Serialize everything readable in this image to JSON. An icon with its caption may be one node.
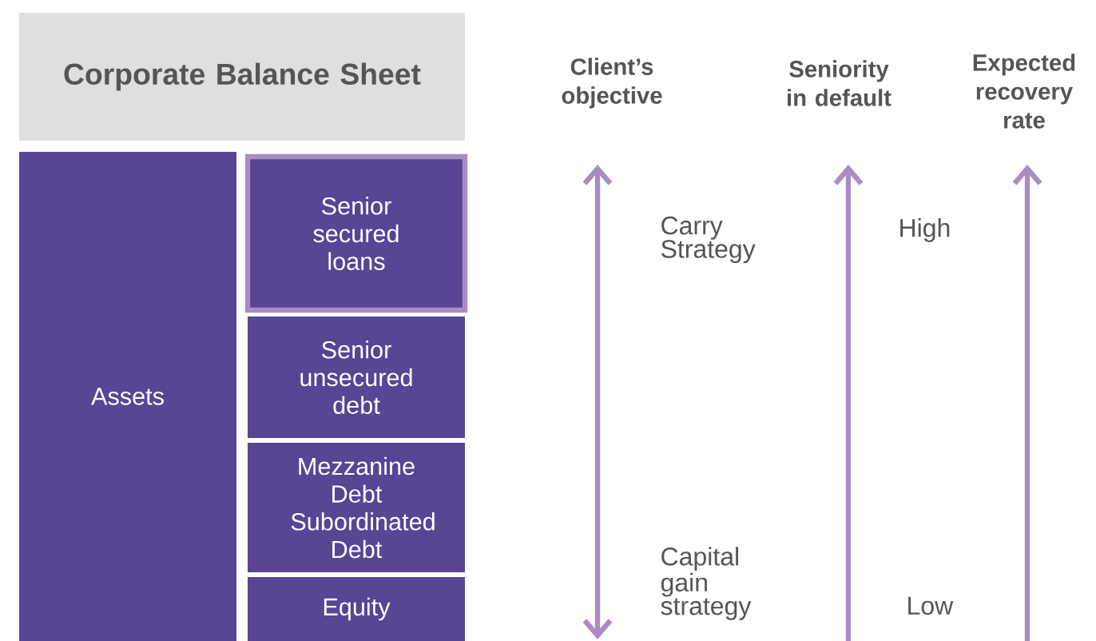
{
  "diagram": {
    "nodes": [
      {
        "text": [
          "Corporate Balance Sheet"
        ]
      },
      {
        "text": [
          "Assets"
        ]
      },
      {
        "text": [
          "Senior secured loans"
        ]
      },
      {
        "text": [
          "Senior unsecured debt"
        ]
      },
      {
        "text": [
          "Mezzanine Debt Subordinated Debt"
        ]
      },
      {
        "text": [
          "Equity"
        ]
      }
    ],
    "labels": [
      "Client’s objective",
      "Seniority in default",
      "Expected recovery rate",
      "Carry Strategy",
      "High",
      "Capital gain strategy",
      "Low"
    ]
  }
}
